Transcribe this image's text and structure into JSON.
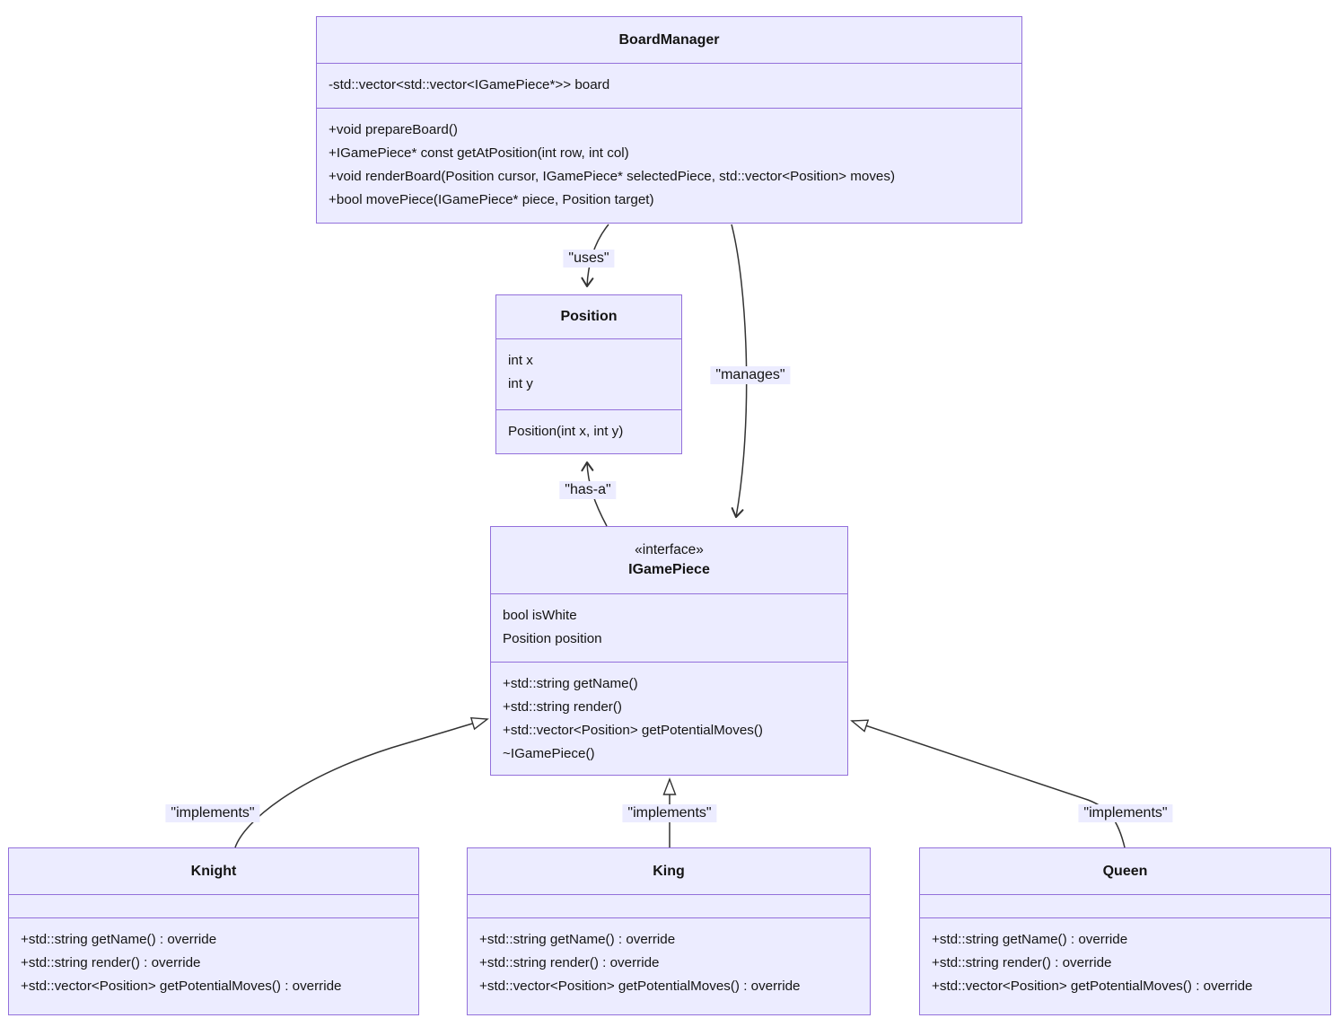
{
  "diagram_type": "uml-class-diagram",
  "colors": {
    "node_fill": "#ECECFF",
    "node_border": "#9370DB",
    "edge_line": "#333333",
    "text": "#141414",
    "background": "#ffffff"
  },
  "classes": [
    {
      "name": "BoardManager",
      "stereotype": "",
      "attributes": [
        "-std::vector<std::vector<IGamePiece*>> board"
      ],
      "methods": [
        "+void prepareBoard()",
        "+IGamePiece* const getAtPosition(int row, int col)",
        "+void renderBoard(Position cursor, IGamePiece* selectedPiece, std::vector<Position> moves)",
        "+bool movePiece(IGamePiece* piece, Position target)"
      ]
    },
    {
      "name": "Position",
      "stereotype": "",
      "attributes": [
        "int x",
        "int y"
      ],
      "methods": [
        "Position(int x, int y)"
      ]
    },
    {
      "name": "IGamePiece",
      "stereotype": "«interface»",
      "attributes": [
        "bool isWhite",
        "Position position"
      ],
      "methods": [
        "+std::string getName()",
        "+std::string render()",
        "+std::vector<Position> getPotentialMoves()",
        "~IGamePiece()"
      ]
    },
    {
      "name": "Knight",
      "stereotype": "",
      "attributes": [],
      "methods": [
        "+std::string getName() : override",
        "+std::string render() : override",
        "+std::vector<Position> getPotentialMoves() : override"
      ]
    },
    {
      "name": "King",
      "stereotype": "",
      "attributes": [],
      "methods": [
        "+std::string getName() : override",
        "+std::string render() : override",
        "+std::vector<Position> getPotentialMoves() : override"
      ]
    },
    {
      "name": "Queen",
      "stereotype": "",
      "attributes": [],
      "methods": [
        "+std::string getName() : override",
        "+std::string render() : override",
        "+std::vector<Position> getPotentialMoves() : override"
      ]
    }
  ],
  "edges": [
    {
      "from": "BoardManager",
      "to": "Position",
      "type": "dependency",
      "label": "\"uses\""
    },
    {
      "from": "BoardManager",
      "to": "IGamePiece",
      "type": "dependency",
      "label": "\"manages\""
    },
    {
      "from": "IGamePiece",
      "to": "Position",
      "type": "dependency",
      "label": "\"has-a\""
    },
    {
      "from": "Knight",
      "to": "IGamePiece",
      "type": "realization",
      "label": "\"implements\""
    },
    {
      "from": "King",
      "to": "IGamePiece",
      "type": "realization",
      "label": "\"implements\""
    },
    {
      "from": "Queen",
      "to": "IGamePiece",
      "type": "realization",
      "label": "\"implements\""
    }
  ]
}
